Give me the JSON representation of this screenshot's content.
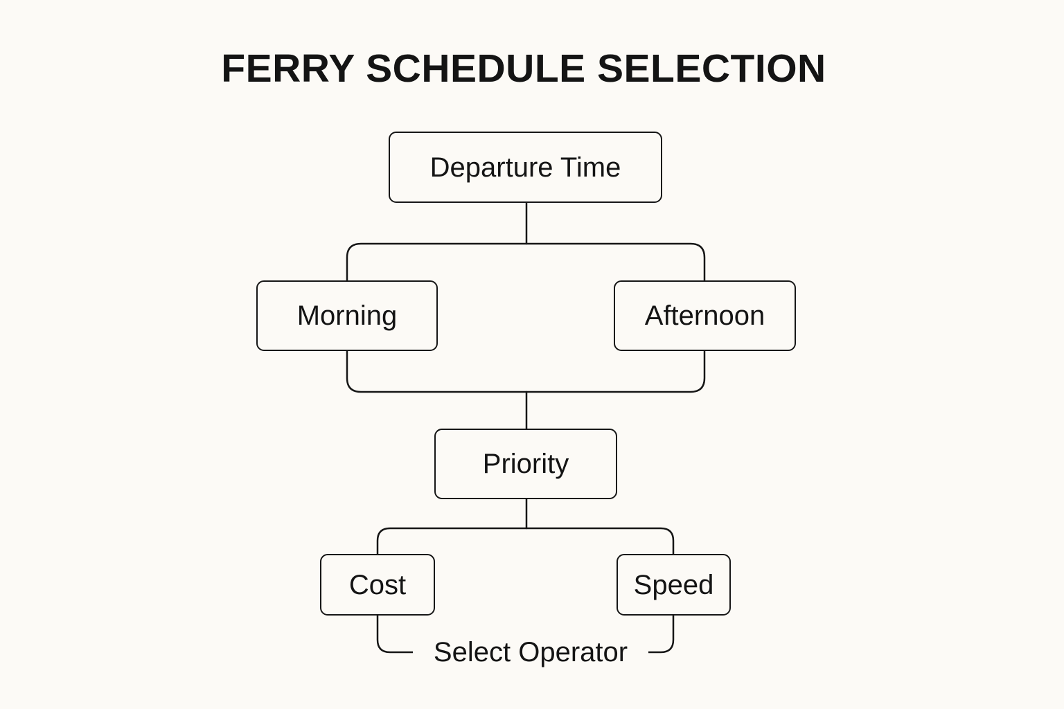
{
  "diagram": {
    "title": "FERRY SCHEDULE SELECTION",
    "nodes": {
      "departure_time": "Departure Time",
      "morning": "Morning",
      "afternoon": "Afternoon",
      "priority": "Priority",
      "cost": "Cost",
      "speed": "Speed"
    },
    "footer_label": "Select Operator",
    "colors": {
      "background": "#fcfaf6",
      "stroke": "#161616",
      "text": "#141414"
    }
  }
}
